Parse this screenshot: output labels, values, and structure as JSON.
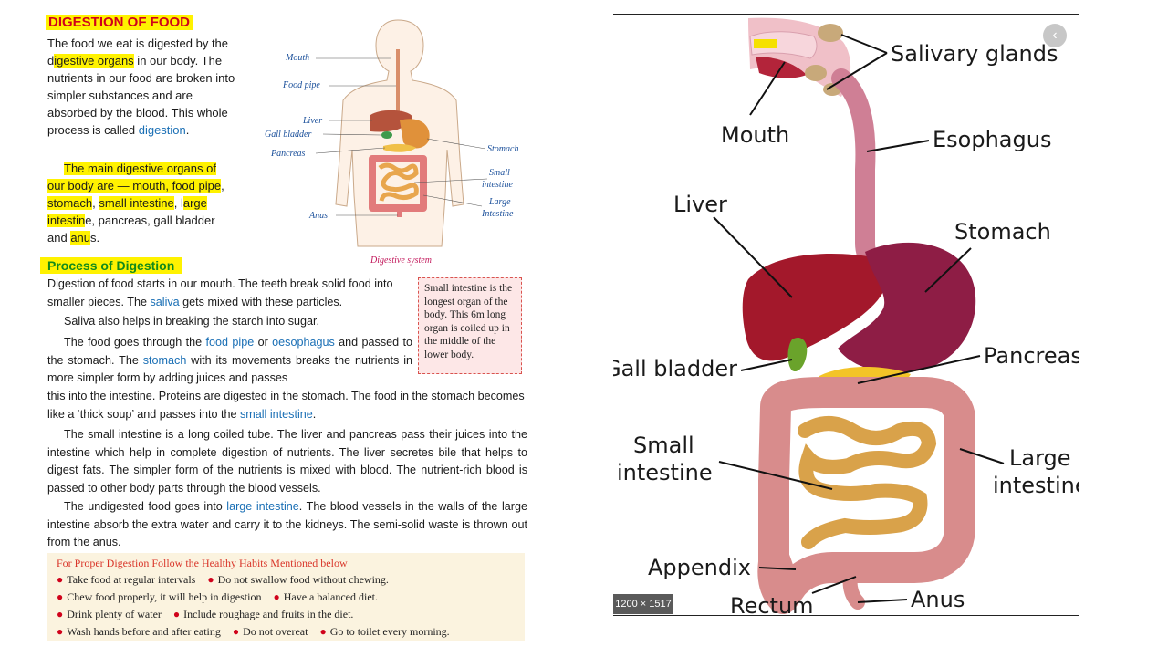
{
  "left": {
    "title": "DIGESTION OF FOOD",
    "intro": {
      "t1": "The food we eat is digested by the d",
      "t2": "igestive organs",
      "t3": " in our body. The nutrients in our food are broken into simpler substances and are absorbed by the blood. This whole process is called ",
      "t4": "digestion",
      "t5": "."
    },
    "organs": {
      "o1": "The main digestive organs of our body are — mouth, ",
      "o2": "food pipe",
      "o3": ", ",
      "o4": "stomach",
      "o5": ", ",
      "o6": "small intestine",
      "o7": ", l",
      "o8": "arge intestin",
      "o9": "e, pancreas, gall bladder and ",
      "o10": "anu",
      "o11": "s."
    },
    "figure": {
      "labels": [
        "Mouth",
        "Food pipe",
        "Liver",
        "Gall bladder",
        "Pancreas",
        "Anus",
        "Stomach",
        "Small",
        "intestine",
        "Large",
        "Intestine"
      ],
      "caption": "Digestive system"
    },
    "subtitle": "Process of Digestion",
    "note": "Small intestine is the longest organ of the body. This 6m long organ is coiled up in the middle of the lower body.",
    "p1": {
      "a": "Digestion of food starts in our mouth. The teeth break solid food into smaller pieces. The ",
      "b": "saliva",
      "c": " gets mixed with these particles."
    },
    "p2": "Saliva also helps in breaking the starch into sugar.",
    "p3": {
      "a": "The food goes through the ",
      "b": "food pipe",
      "c": " or ",
      "d": "oesophagus",
      "e": " and passed to the stomach. The ",
      "f": "stomach",
      "g": " with its movements breaks the nutrients in more simpler form by adding juices and passes"
    },
    "p3b": {
      "a": "this into the intestine. Proteins are digested in the stomach. The food in the stomach becomes like a ‘thick soup’ and passes into the ",
      "b": "small intestine",
      "c": "."
    },
    "p4": "The small intestine is a long coiled tube. The liver and pancreas pass their juices into the intestine which help in complete digestion of nutrients.  The liver secretes bile that helps to digest fats. The simpler form of the nutrients is mixed with blood. The nutrient-rich blood is passed to other body parts through the blood vessels.",
    "p5": {
      "a": "The undigested food goes into ",
      "b": "large intestine",
      "c": ". The blood vessels in the walls of the large intestine absorb the extra water and carry it to the kidneys. The semi-solid waste is thrown out from the anus."
    },
    "habits": {
      "title": "For Proper Digestion Follow the Healthy Habits Mentioned below",
      "rows": [
        [
          "Take food at regular intervals",
          "Do not swallow food without chewing."
        ],
        [
          "Chew food properly, it will help in digestion",
          "Have a balanced diet."
        ],
        [
          "Drink plenty of water",
          "Include roughage and fruits in the diet."
        ],
        [
          "Wash hands before and after eating",
          "Do not overeat",
          "Go to toilet every morning."
        ]
      ]
    }
  },
  "viewer": {
    "labels": {
      "salivary": "Salivary glands",
      "mouth": "Mouth",
      "esophagus": "Esophagus",
      "liver": "Liver",
      "stomach": "Stomach",
      "gall": "Gall bladder",
      "pancreas": "Pancreas",
      "small1": "Small",
      "small2": "intestine",
      "large1": "Large",
      "large2": "intestine",
      "appendix": "Appendix",
      "rectum": "Rectum",
      "anus": "Anus"
    },
    "size_badge": "1200 × 1517",
    "nav_icon": "chevron-left-icon",
    "nav_glyph": "‹"
  },
  "colors": {
    "highlight": "#fff200",
    "title_red": "#d0021b",
    "subtitle_green": "#128a1a",
    "term_blue": "#1a6fb5"
  }
}
